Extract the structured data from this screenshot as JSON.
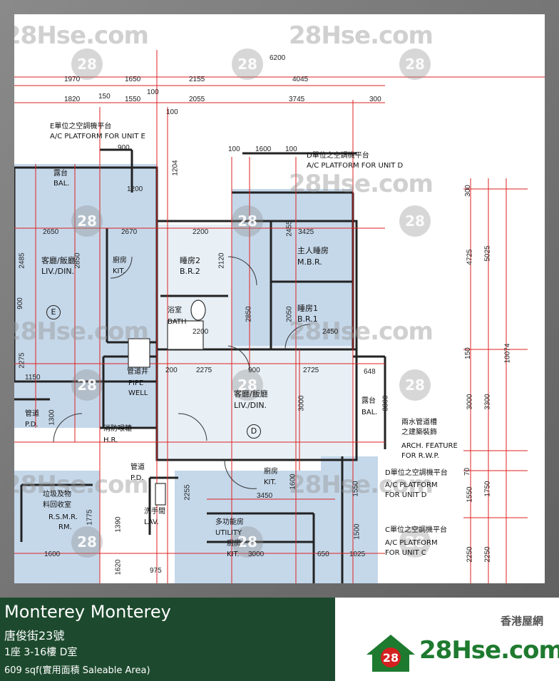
{
  "listing": {
    "estate": "Monterey Monterey",
    "address": "唐俊街23號",
    "unit": "1座 3-16樓 D室",
    "area": "609 sqf(實用面積 Saleable Area)"
  },
  "brand": {
    "site_cn": "香港屋網",
    "logo_text": "28Hse.com",
    "badge": "28",
    "watermark": "28Hse.com"
  },
  "rooms": {
    "ac_e_cn": "E單位之空調機平台",
    "ac_e_en": "A/C PLATFORM FOR UNIT E",
    "ac_d_top_cn": "D單位之空調機平台",
    "ac_d_top_en": "A/C PLATFORM FOR UNIT D",
    "bal_cn": "露台",
    "bal_en": "BAL.",
    "liv_e_cn": "客廳/飯廳",
    "liv_e_en": "LIV./DIN.",
    "kit_e_cn": "廚房",
    "kit_e_en": "KIT.",
    "unit_e_mark": "E",
    "br2_cn": "睡房2",
    "br2_en": "B.R.2",
    "mbr_cn": "主人睡房",
    "mbr_en": "M.B.R.",
    "br1_cn": "睡房1",
    "br1_en": "B.R.1",
    "bath_cn": "浴室",
    "bath_en": "BATH",
    "pipe_cn": "管道井",
    "pipe_en1": "PIPE",
    "pipe_en2": "WELL",
    "pd_cn": "管道",
    "pd_en": "P.D.",
    "hr_cn": "消防喉轆",
    "hr_en": "H.R.",
    "liv_d_cn": "客廳/飯廳",
    "liv_d_en": "LIV./DIN.",
    "unit_d_mark": "D",
    "bal_d_cn": "露台",
    "bal_d_en": "BAL.",
    "rwp_cn1": "兩水管道槽",
    "rwp_cn2": "之建築裝飾",
    "rwp_en1": "ARCH. FEATURE",
    "rwp_en2": "FOR R.W.P.",
    "ac_d_cn": "D單位之空調機平台",
    "ac_d_en1": "A/C PLATFORM",
    "ac_d_en2": "FOR UNIT D",
    "ac_c_cn": "C單位之空調機平台",
    "ac_c_en1": "A/C PLATFORM",
    "ac_c_en2": "FOR UNIT C",
    "kit_d_cn": "廚房",
    "kit_d_en": "KIT.",
    "pd2_cn": "管道",
    "pd2_en": "P.D.",
    "rsmr_cn1": "垃圾及物",
    "rsmr_cn2": "料回收室",
    "rsmr_en": "R.S.M.R.",
    "rm": "RM.",
    "lav_cn": "洗手間",
    "lav_en": "LAV.",
    "utility_cn": "多功能房",
    "utility_en": "UTILITY",
    "kit_c_cn": "廚房",
    "kit_c_en": "KIT."
  },
  "dims": {
    "t_6200": "6200",
    "t_1970": "1970",
    "t_1650": "1650",
    "t_2155": "2155",
    "t_4045": "4045",
    "t_1820": "1820",
    "t_150": "150",
    "t_1550": "1550",
    "t_2055": "2055",
    "t_3745": "3745",
    "t_300": "300",
    "t_100a": "100",
    "t_100b": "100",
    "d_900": "900",
    "d_100": "100",
    "d_1600": "1600",
    "d_100b": "100",
    "d_2650": "2650",
    "d_2670": "2670",
    "d_2200": "2200",
    "d_3425": "3425",
    "d_2485": "2485",
    "d_2850": "2850",
    "d_2120": "2120",
    "d_2455": "2455",
    "d_900b": "900",
    "d_2275": "2275",
    "d_2200b": "2200",
    "d_2450": "2450",
    "d_1150": "1150",
    "d_2275b": "2275",
    "d_900c": "900",
    "d_2725": "2725",
    "d_1300": "1300",
    "d_3000": "3000",
    "d_1600b": "1600",
    "d_3450": "3450",
    "d_1600c": "1600",
    "d_3000b": "3000",
    "d_1025": "1025",
    "d_200": "200",
    "r_300": "300",
    "r_4725": "4725",
    "r_5025": "5025",
    "r_150": "150",
    "r_10074": "10074",
    "r_3000": "3000",
    "r_3300": "3300",
    "r_70": "70",
    "r_1550": "1550",
    "r_1750": "1750",
    "r_2250": "2250",
    "r_2250b": "2250",
    "d_650": "650",
    "d_1500": "1500",
    "d_1550": "1550",
    "d_2255": "2255",
    "d_1775": "1775",
    "d_1390": "1390",
    "d_1620": "1620",
    "d_975": "975",
    "d_2050": "2050",
    "d_2850b": "2850",
    "d_1200": "1200",
    "d_1204": "1204",
    "d_648": "648",
    "d_3300": "3300"
  }
}
